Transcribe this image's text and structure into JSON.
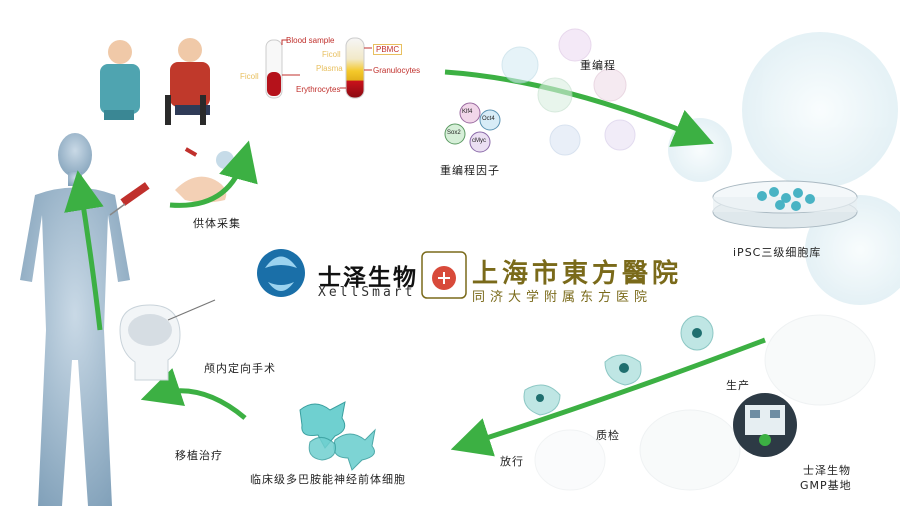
{
  "steps": {
    "donor_collection": "供体采集",
    "reprogramming": "重编程",
    "reprogramming_factors": "重编程因子",
    "ipsc_bank": "iPSC三级细胞库",
    "production": "生产",
    "quality_control": "质检",
    "release": "放行",
    "gmp_base_line1": "士泽生物",
    "gmp_base_line2": "GMP基地",
    "progenitor_cells": "临床级多巴胺能神经前体细胞",
    "transplant": "移植治疗",
    "surgery": "颅内定向手术"
  },
  "tube": {
    "blood_sample": "Blood sample",
    "ficoll_left": "Ficoll",
    "ficoll_right": "Ficoll",
    "plasma": "Plasma",
    "pbmc": "PBMC",
    "granulocytes": "Granulocytes",
    "erythrocytes": "Erythrocytes"
  },
  "factors": [
    "Klf4",
    "Oct4",
    "Sox2",
    "cMyc"
  ],
  "logos": {
    "xellsmart_cn": "士泽生物",
    "xellsmart_en": "XellSmart",
    "hospital_cn": "上海市東方醫院",
    "hospital_sub": "同济大学附属东方医院"
  },
  "colors": {
    "arrow_green": "#3cb043",
    "body_blue": "#8aa9c0",
    "cell_teal": "#5fb3b3",
    "hospital_gold": "#7a6a1a"
  }
}
